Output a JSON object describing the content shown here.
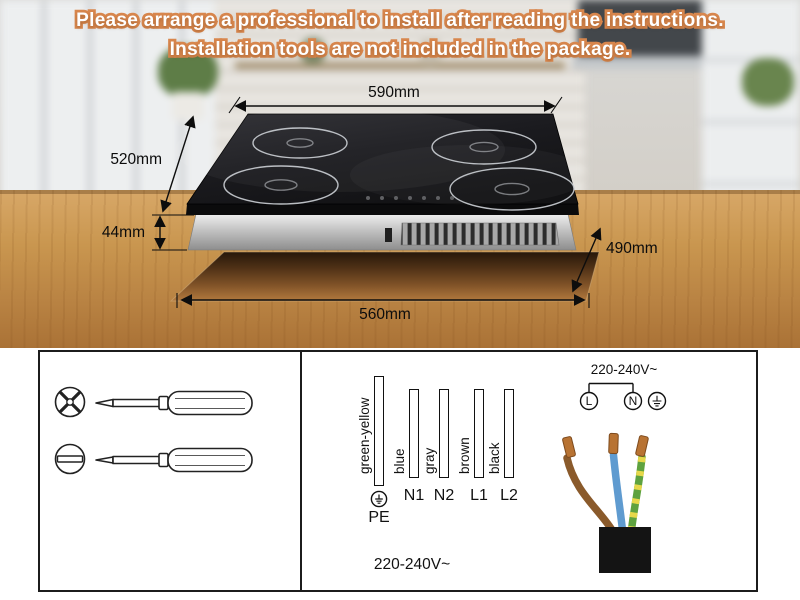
{
  "warning": {
    "line1": "Please arrange a professional to install after reading the instructions.",
    "line2": "Installation tools are not included in the package."
  },
  "dimensions": {
    "top_width": "590mm",
    "left_depth": "520mm",
    "body_height": "44mm",
    "cutout_depth": "490mm",
    "cutout_width": "560mm"
  },
  "wiring_diagram": {
    "wires": [
      {
        "label": "green-yellow",
        "terminal": "PE"
      },
      {
        "label": "blue",
        "terminal": "N1"
      },
      {
        "label": "gray",
        "terminal": "N2"
      },
      {
        "label": "brown",
        "terminal": "L1"
      },
      {
        "label": "black",
        "terminal": "L2"
      }
    ],
    "voltage": "220-240V~",
    "plug": {
      "voltage": "220-240V~",
      "terminal_l": "L",
      "terminal_n": "N"
    }
  },
  "colors": {
    "warning_outline": "#d8874e",
    "cooktop_glass": "#1b1b1e",
    "countertop_wood": "#c3914f",
    "cutout_copper": "#7d5026",
    "wire_brown": "#8a5a2b",
    "wire_blue": "#5f9bd0",
    "wire_green": "#5ea23f",
    "wire_yellow_stripe": "#e6d84a",
    "ferrule_copper": "#b87333",
    "connector_block": "#141414"
  }
}
